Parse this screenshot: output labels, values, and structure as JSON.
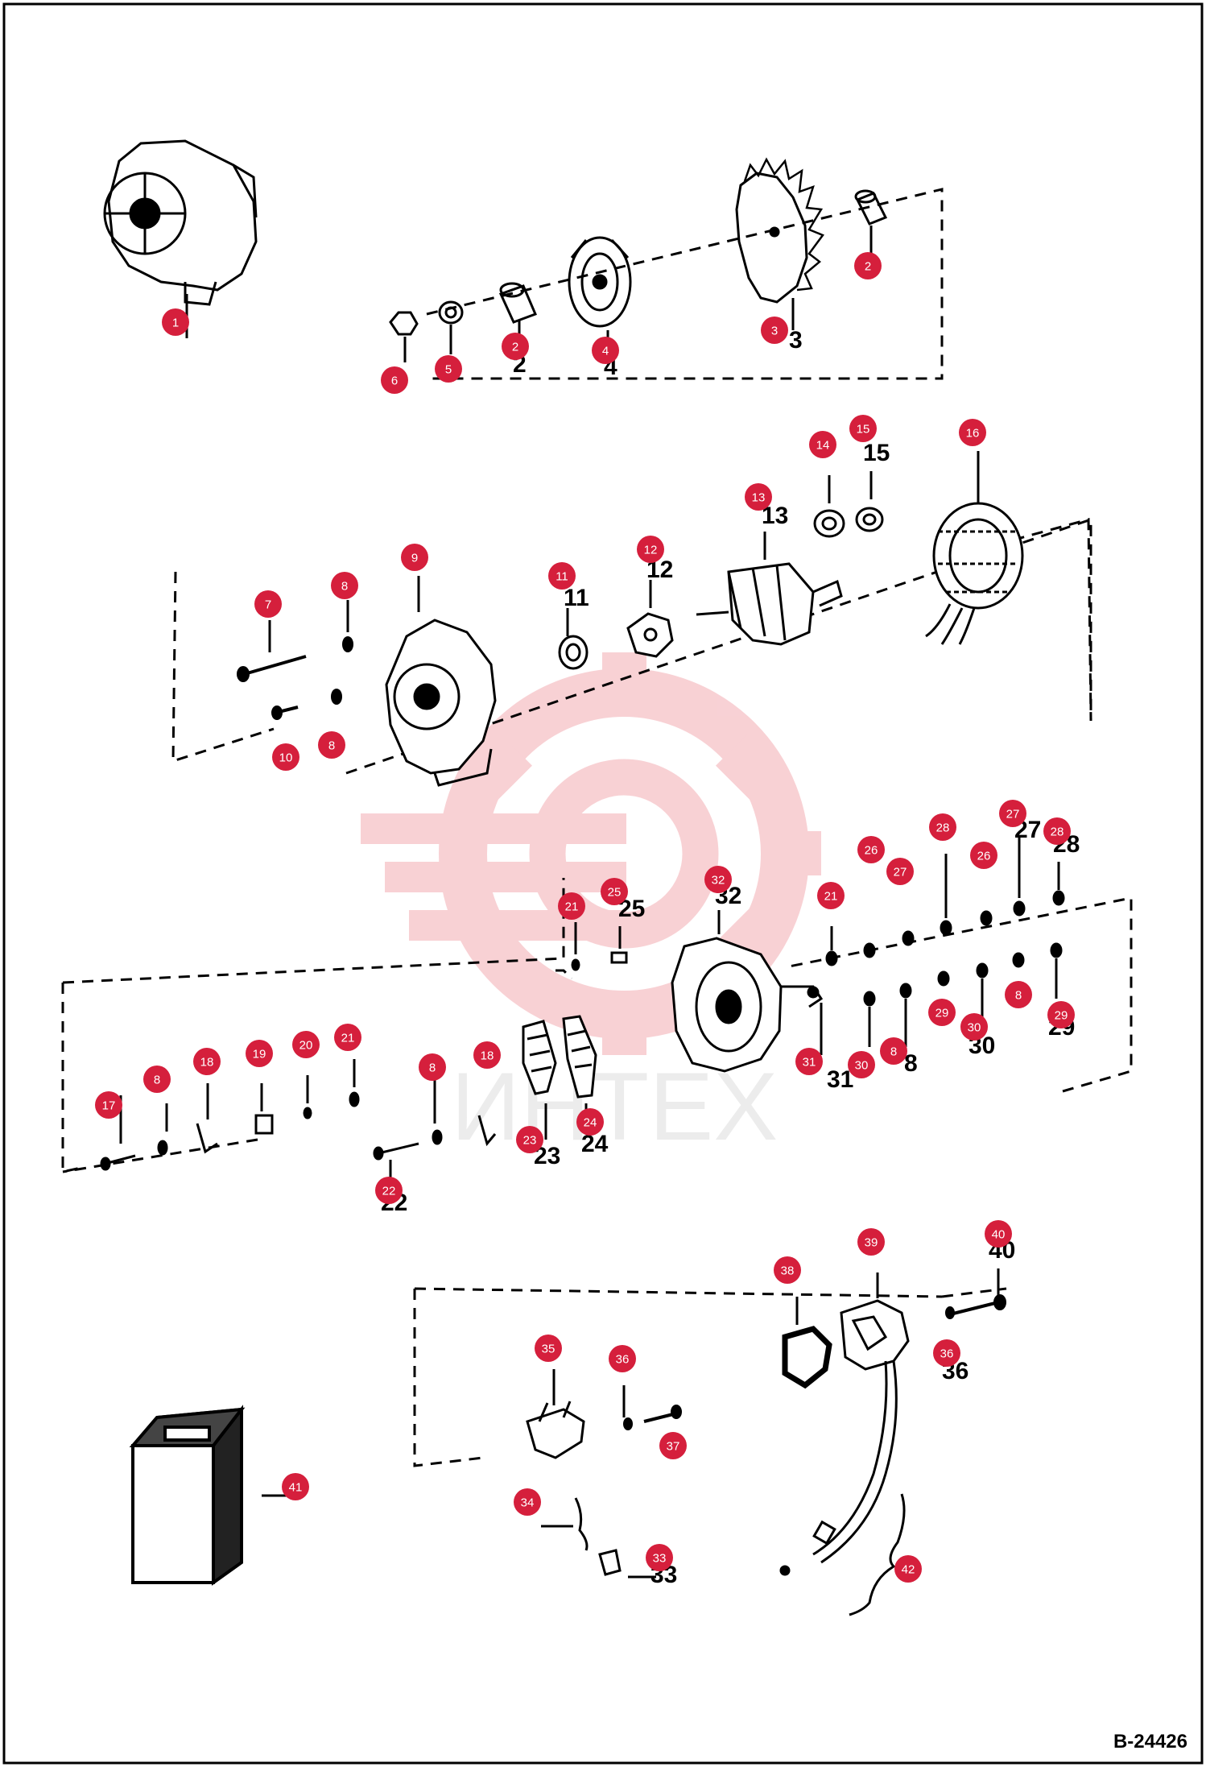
{
  "diagram": {
    "reference": "B-24426",
    "watermark_text": "ИНТЕХ",
    "colors": {
      "callout_fill": "#d51f3c",
      "line": "#000000",
      "watermark": "#f3b9bd",
      "frame": "#000000"
    },
    "callouts": [
      {
        "label": "1"
      },
      {
        "label": "2"
      },
      {
        "label": "2"
      },
      {
        "label": "3"
      },
      {
        "label": "4"
      },
      {
        "label": "5"
      },
      {
        "label": "6"
      },
      {
        "label": "7"
      },
      {
        "label": "8"
      },
      {
        "label": "8"
      },
      {
        "label": "9"
      },
      {
        "label": "10"
      },
      {
        "label": "11"
      },
      {
        "label": "12"
      },
      {
        "label": "13"
      },
      {
        "label": "14"
      },
      {
        "label": "15"
      },
      {
        "label": "16"
      },
      {
        "label": "17"
      },
      {
        "label": "8"
      },
      {
        "label": "18"
      },
      {
        "label": "19"
      },
      {
        "label": "20"
      },
      {
        "label": "21"
      },
      {
        "label": "8"
      },
      {
        "label": "18"
      },
      {
        "label": "21"
      },
      {
        "label": "25"
      },
      {
        "label": "32"
      },
      {
        "label": "21"
      },
      {
        "label": "26"
      },
      {
        "label": "27"
      },
      {
        "label": "28"
      },
      {
        "label": "26"
      },
      {
        "label": "27"
      },
      {
        "label": "28"
      },
      {
        "label": "8"
      },
      {
        "label": "29"
      },
      {
        "label": "30"
      },
      {
        "label": "29"
      },
      {
        "label": "31"
      },
      {
        "label": "30"
      },
      {
        "label": "8"
      },
      {
        "label": "22"
      },
      {
        "label": "23"
      },
      {
        "label": "24"
      },
      {
        "label": "38"
      },
      {
        "label": "39"
      },
      {
        "label": "40"
      },
      {
        "label": "36"
      },
      {
        "label": "35"
      },
      {
        "label": "36"
      },
      {
        "label": "37"
      },
      {
        "label": "34"
      },
      {
        "label": "33"
      },
      {
        "label": "41"
      },
      {
        "label": "42"
      }
    ],
    "printed_numbers": [
      {
        "label": "2"
      },
      {
        "label": "3"
      },
      {
        "label": "4"
      },
      {
        "label": "15"
      },
      {
        "label": "13"
      },
      {
        "label": "11"
      },
      {
        "label": "12"
      },
      {
        "label": "25"
      },
      {
        "label": "32"
      },
      {
        "label": "27"
      },
      {
        "label": "28"
      },
      {
        "label": "23"
      },
      {
        "label": "24"
      },
      {
        "label": "22"
      },
      {
        "label": "30"
      },
      {
        "label": "33"
      },
      {
        "label": "40"
      },
      {
        "label": "36"
      },
      {
        "label": "29"
      },
      {
        "label": "8"
      },
      {
        "label": "31"
      }
    ]
  }
}
